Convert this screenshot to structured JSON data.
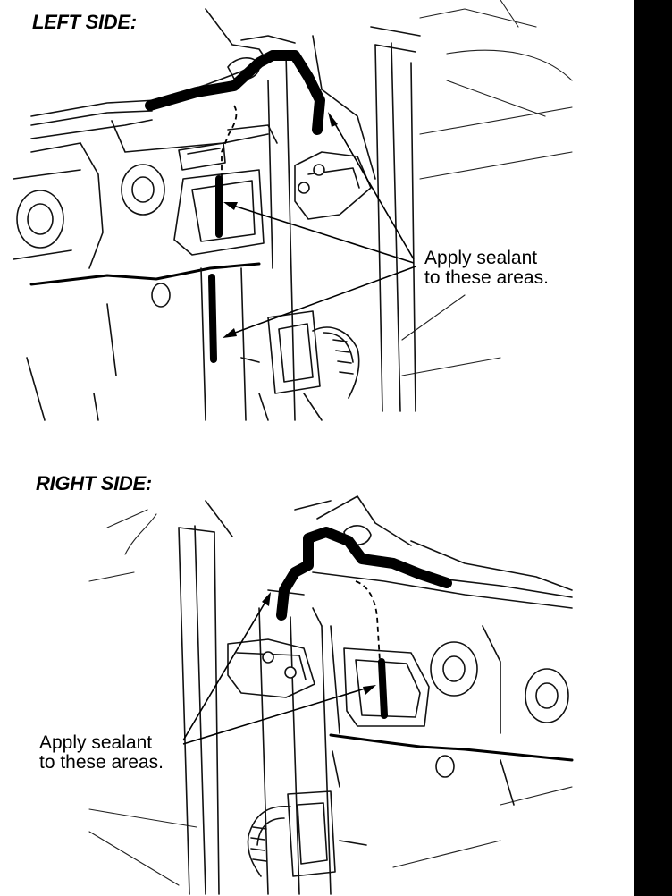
{
  "left_panel": {
    "title": "LEFT SIDE:",
    "callout_line1": "Apply sealant",
    "callout_line2": "to these areas."
  },
  "right_panel": {
    "title": "RIGHT SIDE:",
    "callout_line1": "Apply sealant",
    "callout_line2": "to these areas."
  },
  "colors": {
    "line": "#000000",
    "sealant": "#000000",
    "background": "#ffffff",
    "edge_bar": "#000000"
  }
}
